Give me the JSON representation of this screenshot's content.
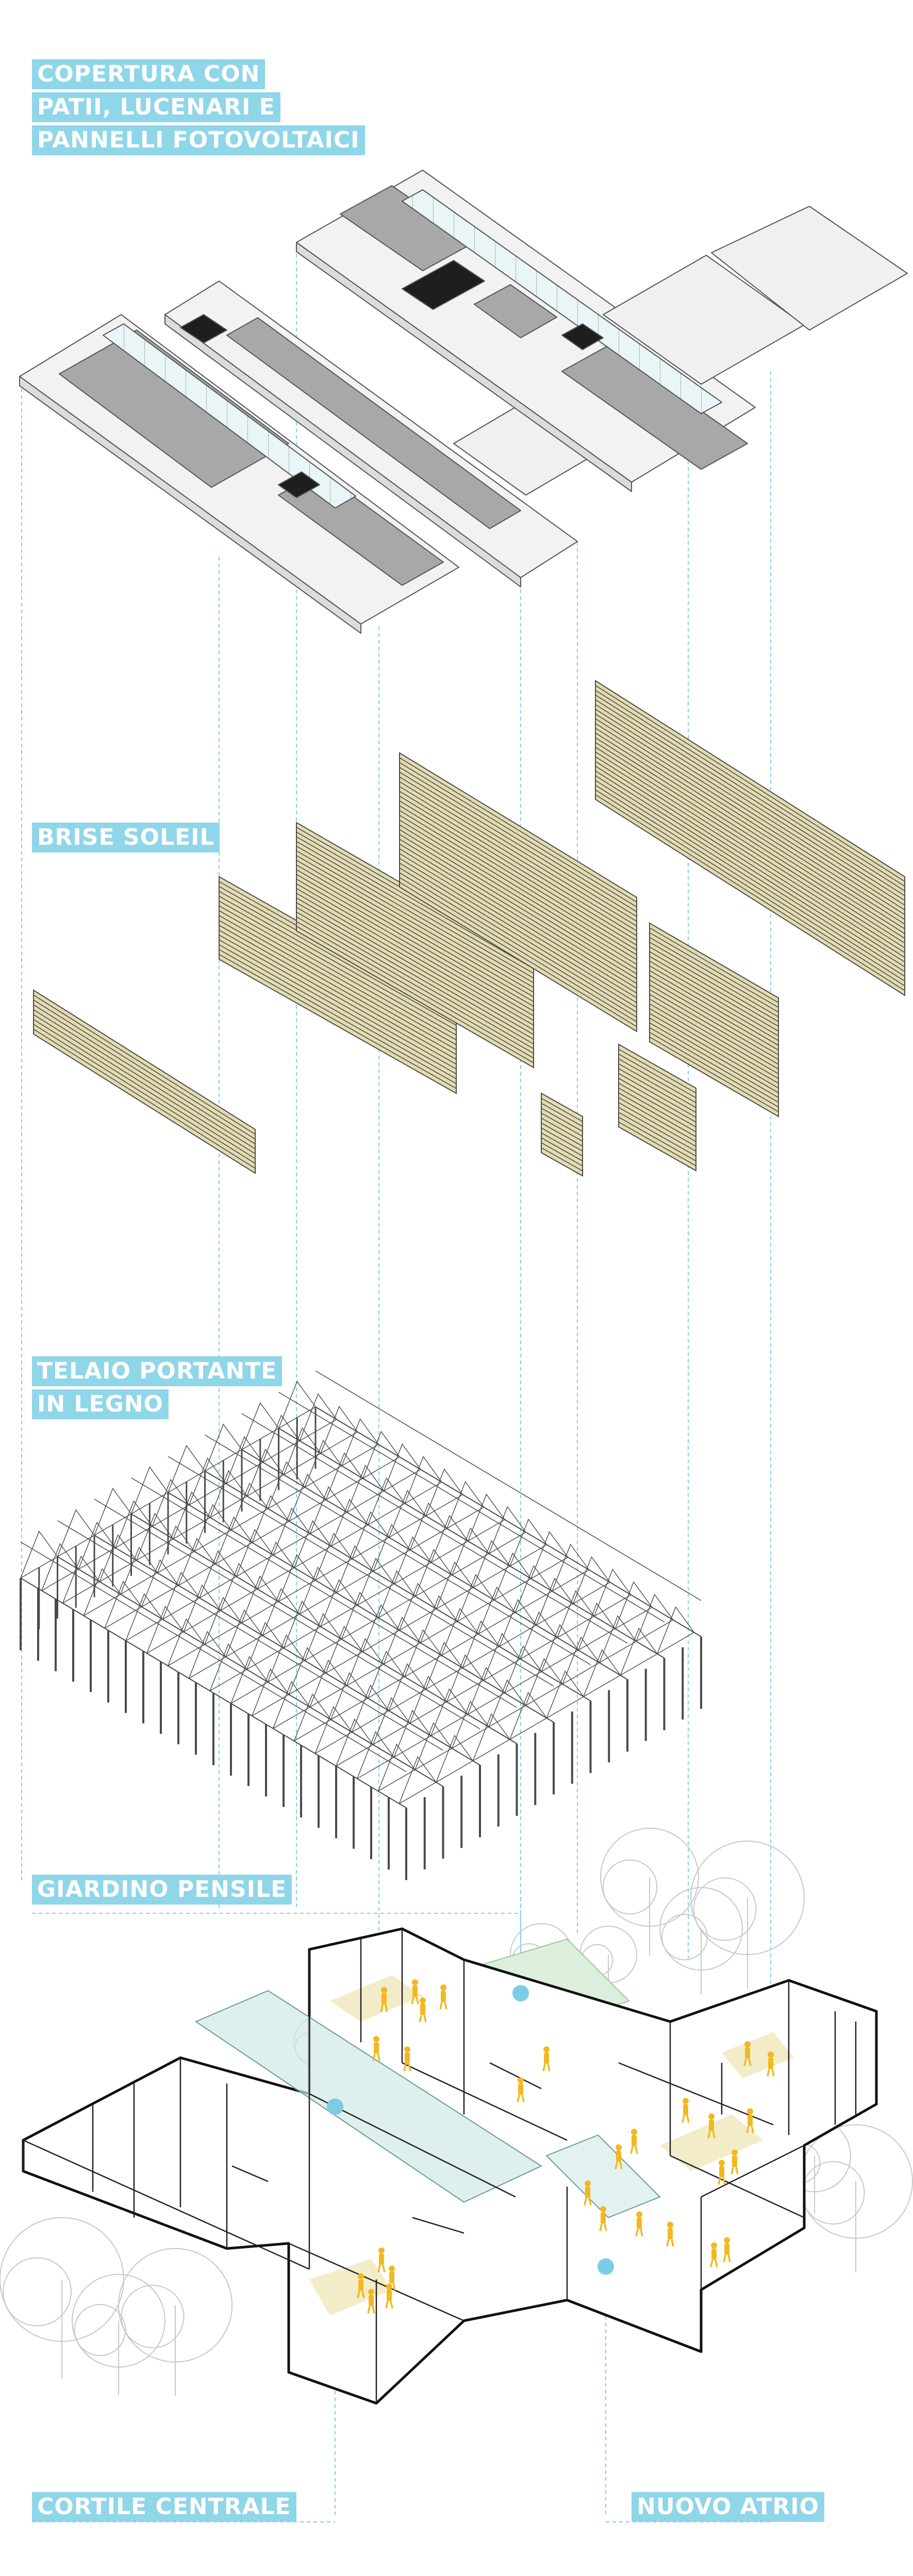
{
  "labels": {
    "roof_line1": "COPERTURA CON",
    "roof_line2": "PATII, LUCENARI E",
    "roof_line3": "PANNELLI FOTOVOLTAICI",
    "brise": "BRISE SOLEIL",
    "frame_line1": "TELAIO PORTANTE",
    "frame_line2": "IN LEGNO",
    "garden": "GIARDINO PENSILE",
    "courtyard": "CORTILE CENTRALE",
    "atrium": "NUOVO ATRIO"
  },
  "colors": {
    "label_bg": "#8fd6e8",
    "label_text": "#ffffff",
    "guide_line": "#7fd0e6",
    "roof_slab": "#f0f0f0",
    "pv_panel": "#a6a6a6",
    "skylight": "#e6f4f7",
    "patio": "#1e1e1e",
    "brise_slat": "#d8cfa2",
    "brise_line": "#5b5b50",
    "timber_frame": "#4a4a4a",
    "glass": "#cfe9e6",
    "people": "#f2b81e",
    "floor_tint": "#f3ecc8",
    "marker": "#7ccde3"
  }
}
